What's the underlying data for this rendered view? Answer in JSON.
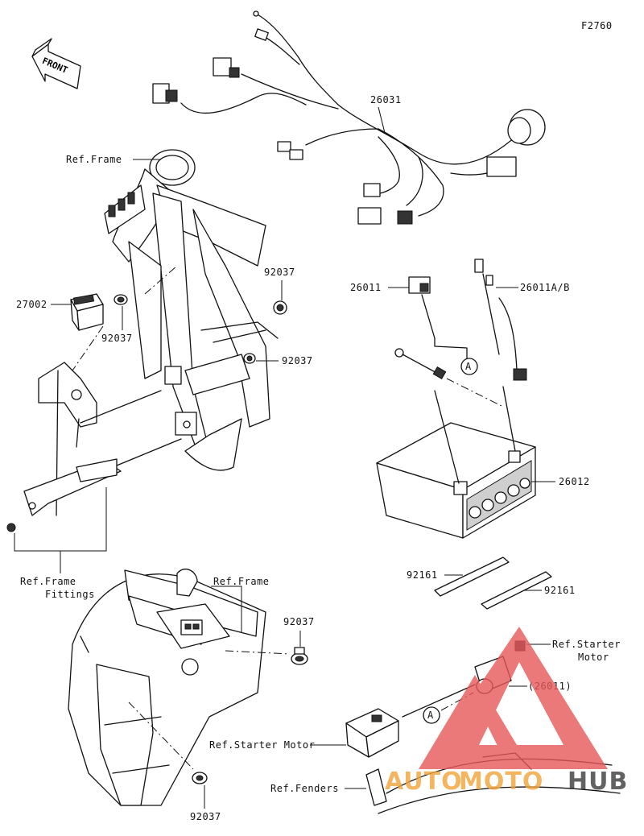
{
  "figure_code": "F2760",
  "front_label": "FRONT",
  "labels": {
    "harness": "26031",
    "ref_frame_top": "Ref.Frame",
    "relay": "27002",
    "clamp_a": "92037",
    "clamp_b": "92037",
    "clamp_c": "92037",
    "cable_pos": "26011",
    "cable_neg": "26011A/B",
    "battery": "26012",
    "ref_frame_fittings_1": "Ref.Frame",
    "ref_frame_fittings_2": "Fittings",
    "ref_frame_lower": "Ref.Frame",
    "clamp_d": "92037",
    "clamp_e": "92037",
    "pad_a": "92161",
    "pad_b": "92161",
    "ref_starter_1": "Ref.Starter",
    "ref_starter_2": "Motor",
    "cable_ref": "(26011)",
    "ref_starter_motor": "Ref.Starter Motor",
    "ref_fenders": "Ref.Fenders",
    "callout_a1": "A",
    "callout_a2": "A"
  },
  "watermark": {
    "text_left": "AUTO",
    "text_mid": "MOTO",
    "text_right": "HUB",
    "color_red": "#e8585a",
    "color_orange": "#f2a33a",
    "color_dark": "#3c3c3c"
  }
}
